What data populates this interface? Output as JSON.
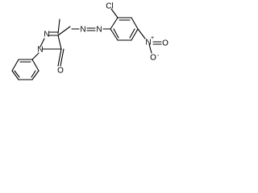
{
  "molecule": {
    "atom_labels": {
      "n_ring1": "N",
      "n_ring2": "N",
      "o_carbonyl": "O",
      "n_azo1": "N",
      "n_azo2": "N",
      "cl": "Cl",
      "n_nitro": "N",
      "o_nitro1": "O",
      "o_nitro2": "O"
    },
    "charges": {
      "n_nitro_plus": "+",
      "o_nitro_minus": "-"
    }
  }
}
